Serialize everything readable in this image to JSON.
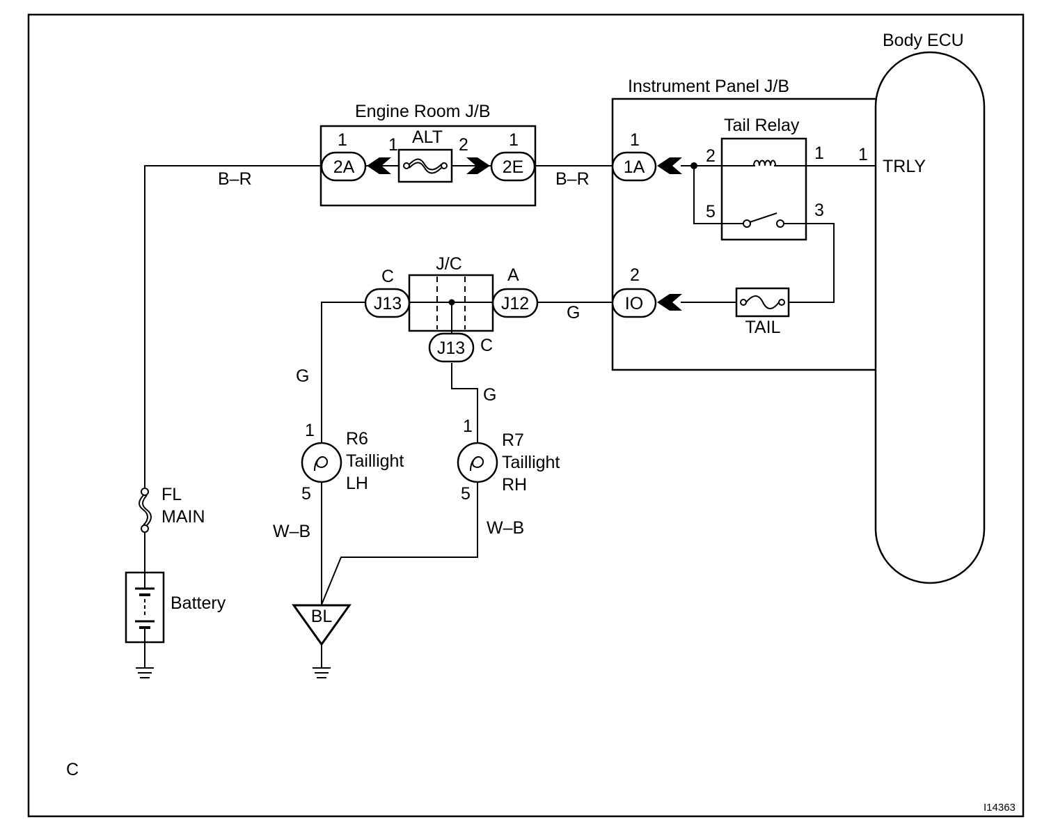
{
  "components": {
    "body_ecu": {
      "label": "Body ECU",
      "terminal_pin": "1",
      "terminal_name": "TRLY"
    },
    "instrument_panel_jb": {
      "label": "Instrument Panel J/B",
      "connector_1a": "1A",
      "connector_1a_pin": "1",
      "connector_io": "IO",
      "connector_io_pin": "2"
    },
    "engine_room_jb": {
      "label": "Engine Room J/B",
      "connector_2a": "2A",
      "connector_2a_pin": "1",
      "connector_2e": "2E",
      "connector_2e_pin": "1",
      "fuse_label": "ALT",
      "fuse_pin_left": "1",
      "fuse_pin_right": "2"
    },
    "tail_relay": {
      "label": "Tail Relay",
      "pin_2": "2",
      "pin_1": "1",
      "pin_5": "5",
      "pin_3": "3"
    },
    "tail_fuse": {
      "label": "TAIL"
    },
    "junction_connector": {
      "label": "J/C",
      "left_connector": "J13",
      "left_letter": "C",
      "right_connector": "J12",
      "right_letter": "A",
      "bottom_connector": "J13",
      "bottom_letter": "C"
    },
    "taillight_lh": {
      "id": "R6",
      "name": "Taillight",
      "side": "LH",
      "pin_top": "1",
      "pin_bottom": "5"
    },
    "taillight_rh": {
      "id": "R7",
      "name": "Taillight",
      "side": "RH",
      "pin_top": "1",
      "pin_bottom": "5"
    },
    "fl_main": {
      "line1": "FL",
      "line2": "MAIN"
    },
    "battery": {
      "label": "Battery"
    },
    "ground_bl": {
      "label": "BL"
    }
  },
  "wire_colors": {
    "br_left": "B–R",
    "br_right": "B–R",
    "g_io": "G",
    "g_lh": "G",
    "g_rh": "G",
    "wb_lh": "W–B",
    "wb_rh": "W–B"
  },
  "footer": {
    "corner_letter": "C",
    "figure_id": "I14363"
  }
}
